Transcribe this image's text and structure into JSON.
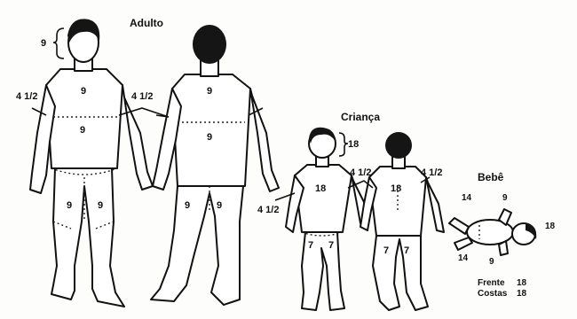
{
  "titles": {
    "adult": "Adulto",
    "child": "Criança",
    "baby": "Bebê"
  },
  "adult": {
    "head": "9",
    "arm_left": "4 1/2",
    "arm_right": "4 1/2",
    "chest": "9",
    "abdomen": "9",
    "back_upper": "9",
    "back_lower": "9",
    "leg_front_left": "9",
    "leg_front_right": "9",
    "leg_back_left": "9",
    "leg_back_right": "9"
  },
  "child": {
    "head": "18",
    "arm_left": "4 1/2",
    "arm_mid": "4 1/2",
    "arm_right": "4 1/2",
    "trunk_front": "18",
    "trunk_back": "18",
    "leg_front_left": "7",
    "leg_front_right": "7",
    "leg_back_left": "7",
    "leg_back_right": "7"
  },
  "baby": {
    "head": "18",
    "arm_top": "9",
    "leg_top": "14",
    "leg_bottom": "14",
    "arm_bottom": "9",
    "front_label": "Frente",
    "front_value": "18",
    "back_label": "Costas",
    "back_value": "18"
  },
  "colors": {
    "ink": "#111111",
    "paper": "#fdfdfb"
  }
}
